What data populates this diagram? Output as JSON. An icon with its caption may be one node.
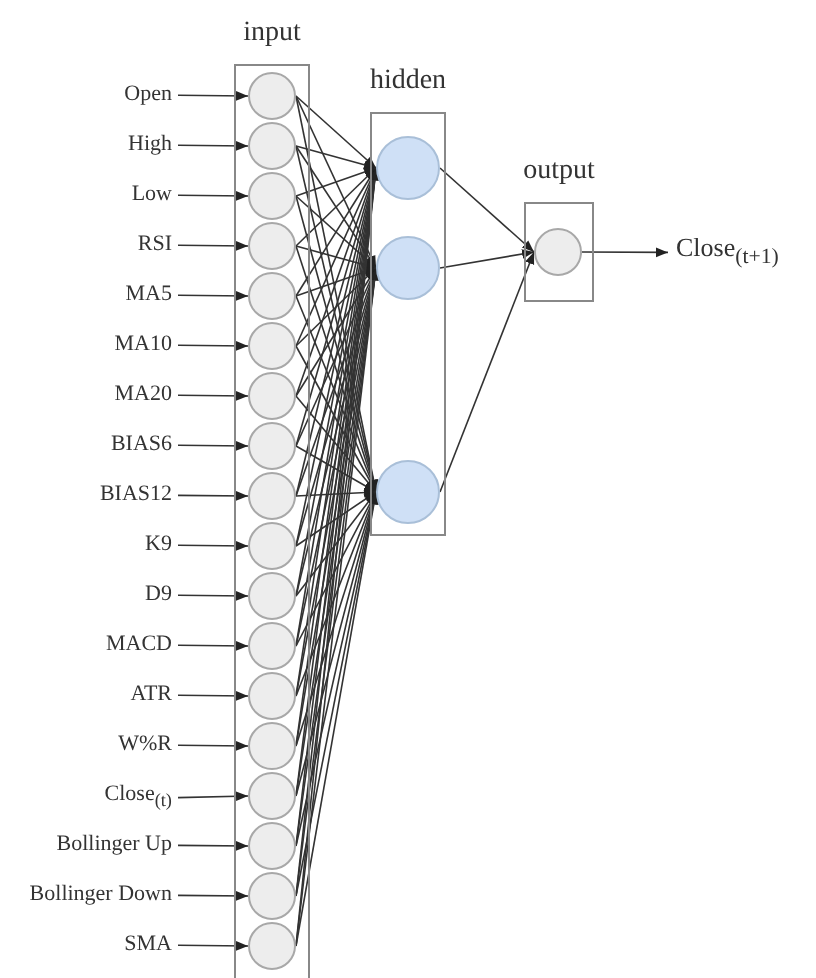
{
  "diagram": {
    "nodes": [
      {
        "text": [
          "Open"
        ]
      },
      {
        "text": [
          "High"
        ]
      },
      {
        "text": [
          "Low"
        ]
      },
      {
        "text": [
          "RSI"
        ]
      },
      {
        "text": [
          "MA5"
        ]
      },
      {
        "text": [
          "MA10"
        ]
      },
      {
        "text": [
          "MA20"
        ]
      },
      {
        "text": [
          "BIAS6"
        ]
      },
      {
        "text": [
          "BIAS12"
        ]
      },
      {
        "text": [
          "K9"
        ]
      },
      {
        "text": [
          "D9"
        ]
      },
      {
        "text": [
          "MACD"
        ]
      },
      {
        "text": [
          "ATR"
        ]
      },
      {
        "text": [
          "W%R"
        ]
      },
      {
        "text": [
          "Close$_{(t)}$"
        ]
      },
      {
        "text": [
          "Bollinger Up"
        ]
      },
      {
        "text": [
          "Bollinger Down"
        ]
      },
      {
        "text": [
          "SMA"
        ]
      },
      {
        "text": [
          "input"
        ]
      },
      {
        "text": [],
        "shape": "circle",
        "in": 18
      },
      {
        "text": [],
        "shape": "circle",
        "in": 18
      },
      {
        "text": [],
        "shape": "circle",
        "in": 18
      },
      {
        "text": [],
        "shape": "circle",
        "in": 18
      },
      {
        "text": [],
        "shape": "circle",
        "in": 18
      },
      {
        "text": [],
        "shape": "circle",
        "in": 18
      },
      {
        "text": [],
        "shape": "circle",
        "in": 18
      },
      {
        "text": [],
        "shape": "circle",
        "in": 18
      },
      {
        "text": [],
        "shape": "circle",
        "in": 18
      },
      {
        "text": [],
        "shape": "circle",
        "in": 18
      },
      {
        "text": [],
        "shape": "circle",
        "in": 18
      },
      {
        "text": [],
        "shape": "circle",
        "in": 18
      },
      {
        "text": [],
        "shape": "circle",
        "in": 18
      },
      {
        "text": [],
        "shape": "circle",
        "in": 18
      },
      {
        "text": [],
        "shape": "circle",
        "in": 18
      },
      {
        "text": [],
        "shape": "circle",
        "in": 18
      },
      {
        "text": [],
        "shape": "circle",
        "in": 18
      },
      {
        "text": [],
        "shape": "circle",
        "in": 18
      },
      {
        "text": [
          "hidden"
        ]
      },
      {
        "text": [],
        "shape": "circle",
        "in": 37
      },
      {
        "text": [],
        "shape": "circle",
        "in": 37
      },
      {
        "text": [],
        "shape": "circle",
        "in": 37
      },
      {
        "text": [
          "output"
        ]
      },
      {
        "text": [],
        "shape": "circle",
        "in": 41
      },
      {
        "text": [
          "Close$_{(t+1)}$"
        ]
      }
    ],
    "edges": [
      {
        "from": 0,
        "to": 19,
        "arrow": "to"
      },
      {
        "from": 1,
        "to": 20,
        "arrow": "to"
      },
      {
        "from": 2,
        "to": 21,
        "arrow": "to"
      },
      {
        "from": 3,
        "to": 22,
        "arrow": "to"
      },
      {
        "from": 4,
        "to": 23,
        "arrow": "to"
      },
      {
        "from": 5,
        "to": 24,
        "arrow": "to"
      },
      {
        "from": 6,
        "to": 25,
        "arrow": "to"
      },
      {
        "from": 7,
        "to": 26,
        "arrow": "to"
      },
      {
        "from": 8,
        "to": 27,
        "arrow": "to"
      },
      {
        "from": 9,
        "to": 28,
        "arrow": "to"
      },
      {
        "from": 10,
        "to": 29,
        "arrow": "to"
      },
      {
        "from": 11,
        "to": 30,
        "arrow": "to"
      },
      {
        "from": 12,
        "to": 31,
        "arrow": "to"
      },
      {
        "from": 13,
        "to": 32,
        "arrow": "to"
      },
      {
        "from": 14,
        "to": 33,
        "arrow": "to"
      },
      {
        "from": 15,
        "to": 34,
        "arrow": "to"
      },
      {
        "from": 16,
        "to": 35,
        "arrow": "to"
      },
      {
        "from": 17,
        "to": 36,
        "arrow": "to"
      },
      {
        "from": 19,
        "to": 38,
        "arrow": "to"
      },
      {
        "from": 19,
        "to": 39,
        "arrow": "to"
      },
      {
        "from": 19,
        "to": 40,
        "arrow": "to"
      },
      {
        "from": 20,
        "to": 38,
        "arrow": "to"
      },
      {
        "from": 20,
        "to": 39,
        "arrow": "to"
      },
      {
        "from": 20,
        "to": 40,
        "arrow": "to"
      },
      {
        "from": 21,
        "to": 38,
        "arrow": "to"
      },
      {
        "from": 21,
        "to": 39,
        "arrow": "to"
      },
      {
        "from": 21,
        "to": 40,
        "arrow": "to"
      },
      {
        "from": 22,
        "to": 38,
        "arrow": "to"
      },
      {
        "from": 22,
        "to": 39,
        "arrow": "to"
      },
      {
        "from": 22,
        "to": 40,
        "arrow": "to"
      },
      {
        "from": 23,
        "to": 38,
        "arrow": "to"
      },
      {
        "from": 23,
        "to": 39,
        "arrow": "to"
      },
      {
        "from": 23,
        "to": 40,
        "arrow": "to"
      },
      {
        "from": 24,
        "to": 38,
        "arrow": "to"
      },
      {
        "from": 24,
        "to": 39,
        "arrow": "to"
      },
      {
        "from": 24,
        "to": 40,
        "arrow": "to"
      },
      {
        "from": 25,
        "to": 38,
        "arrow": "to"
      },
      {
        "from": 25,
        "to": 39,
        "arrow": "to"
      },
      {
        "from": 25,
        "to": 40,
        "arrow": "to"
      },
      {
        "from": 26,
        "to": 38,
        "arrow": "to"
      },
      {
        "from": 26,
        "to": 39,
        "arrow": "to"
      },
      {
        "from": 26,
        "to": 40,
        "arrow": "to"
      },
      {
        "from": 27,
        "to": 38,
        "arrow": "to"
      },
      {
        "from": 27,
        "to": 39,
        "arrow": "to"
      },
      {
        "from": 27,
        "to": 40,
        "arrow": "to"
      },
      {
        "from": 28,
        "to": 38,
        "arrow": "to"
      },
      {
        "from": 28,
        "to": 39,
        "arrow": "to"
      },
      {
        "from": 28,
        "to": 40,
        "arrow": "to"
      },
      {
        "from": 29,
        "to": 38,
        "arrow": "to"
      },
      {
        "from": 29,
        "to": 39,
        "arrow": "to"
      },
      {
        "from": 29,
        "to": 40,
        "arrow": "to"
      },
      {
        "from": 30,
        "to": 38,
        "arrow": "to"
      },
      {
        "from": 30,
        "to": 39,
        "arrow": "to"
      },
      {
        "from": 30,
        "to": 40,
        "arrow": "to"
      },
      {
        "from": 31,
        "to": 38,
        "arrow": "to"
      },
      {
        "from": 31,
        "to": 39,
        "arrow": "to"
      },
      {
        "from": 31,
        "to": 40,
        "arrow": "to"
      },
      {
        "from": 32,
        "to": 38,
        "arrow": "to"
      },
      {
        "from": 32,
        "to": 39,
        "arrow": "to"
      },
      {
        "from": 32,
        "to": 40,
        "arrow": "to"
      },
      {
        "from": 33,
        "to": 38,
        "arrow": "to"
      },
      {
        "from": 33,
        "to": 39,
        "arrow": "to"
      },
      {
        "from": 33,
        "to": 40,
        "arrow": "to"
      },
      {
        "from": 34,
        "to": 38,
        "arrow": "to"
      },
      {
        "from": 34,
        "to": 39,
        "arrow": "to"
      },
      {
        "from": 34,
        "to": 40,
        "arrow": "to"
      },
      {
        "from": 35,
        "to": 38,
        "arrow": "to"
      },
      {
        "from": 35,
        "to": 39,
        "arrow": "to"
      },
      {
        "from": 35,
        "to": 40,
        "arrow": "to"
      },
      {
        "from": 36,
        "to": 38,
        "arrow": "to"
      },
      {
        "from": 36,
        "to": 39,
        "arrow": "to"
      },
      {
        "from": 36,
        "to": 40,
        "arrow": "to"
      },
      {
        "from": 38,
        "to": 42,
        "arrow": "to"
      },
      {
        "from": 39,
        "to": 42,
        "arrow": "to"
      },
      {
        "from": 40,
        "to": 42,
        "arrow": "to"
      },
      {
        "from": 42,
        "to": 43,
        "arrow": "to"
      }
    ]
  }
}
